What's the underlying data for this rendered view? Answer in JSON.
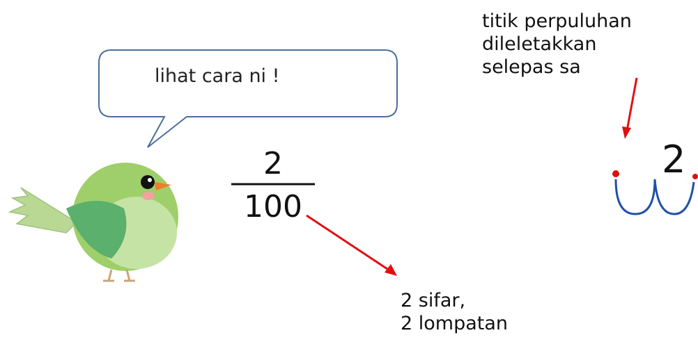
{
  "speech": {
    "text": "lihat cara ni !"
  },
  "fraction": {
    "numerator": "2",
    "denominator": "100"
  },
  "annotations": {
    "zeros_line1": "2 sifar,",
    "zeros_line2": "2 lompatan",
    "decimal_line1": "titik perpuluhan",
    "decimal_line2": "dileletakkan",
    "decimal_line3": "selepas sa"
  },
  "digit_right": "2",
  "colors": {
    "arrow": "#e01010",
    "jump_arc": "#1f4fa8",
    "dot": "#e01010",
    "bird_body": "#9fcf6a",
    "bird_wing": "#5ab06c",
    "bird_beak": "#f07b2a",
    "bubble_stroke": "#4a6e9a"
  },
  "icons": {
    "bird": "bird-illustration"
  }
}
